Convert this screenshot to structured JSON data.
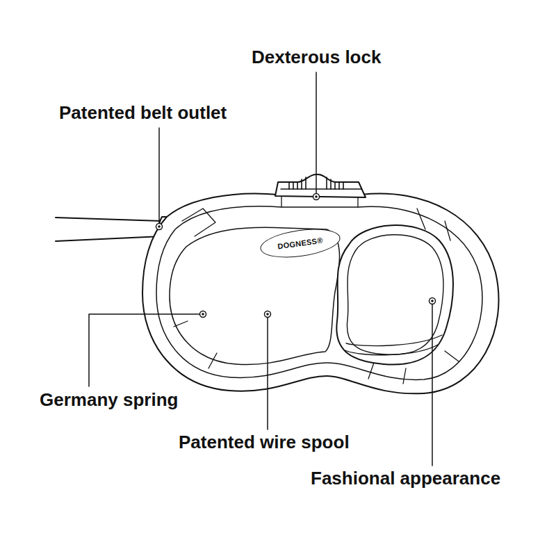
{
  "diagram": {
    "nodes": [
      {
        "text": [
          "DOGNESS®"
        ]
      }
    ],
    "labels": [
      "Dexterous lock",
      "Patented belt outlet",
      "Germany spring",
      "Patented wire spool",
      "Fashional appearance"
    ]
  }
}
